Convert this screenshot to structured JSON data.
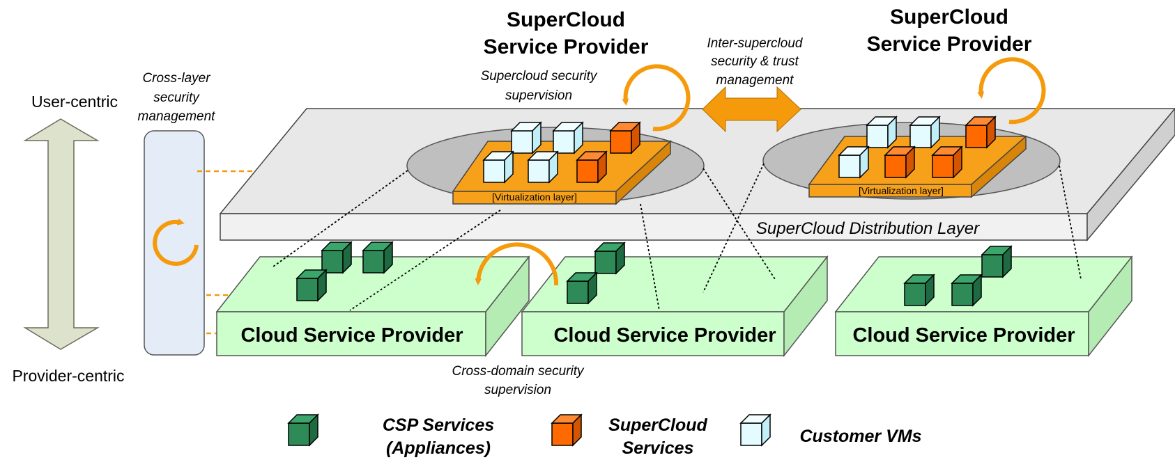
{
  "axis": {
    "top_label": "User-centric",
    "bottom_label": "Provider-centric"
  },
  "cross_layer": {
    "label_lines": [
      "Cross-layer",
      "security",
      "management"
    ]
  },
  "supercloud_providers": [
    {
      "title_lines": [
        "SuperCloud",
        "Service Provider"
      ],
      "virtualization_label": "[Virtualization layer]"
    },
    {
      "title_lines": [
        "SuperCloud",
        "Service Provider"
      ],
      "virtualization_label": "[Virtualization layer]"
    }
  ],
  "annotations": {
    "supercloud_supervision_lines": [
      "Supercloud security",
      "supervision"
    ],
    "inter_supercloud_lines": [
      "Inter-supercloud",
      "security & trust",
      "management"
    ],
    "cross_domain_lines": [
      "Cross-domain security",
      "supervision"
    ]
  },
  "distribution_layer": {
    "label": "SuperCloud Distribution Layer"
  },
  "cloud_providers": [
    {
      "label": "Cloud Service Provider"
    },
    {
      "label": "Cloud Service Provider"
    },
    {
      "label": "Cloud Service Provider"
    }
  ],
  "legend": [
    {
      "label_lines": [
        "CSP Services",
        "(Appliances)"
      ],
      "icon": "green-cube-icon"
    },
    {
      "label_lines": [
        "SuperCloud",
        "Services"
      ],
      "icon": "orange-cube-icon"
    },
    {
      "label_lines": [
        "Customer VMs"
      ],
      "icon": "cyan-cube-icon"
    }
  ],
  "colors": {
    "csp_green": "#2e8b57",
    "supercloud_orange": "#ff6a00",
    "customer_cyan": "#d4f8ff",
    "accent_orange": "#f59a0b",
    "csp_box_green": "#ccffcc",
    "layer_gray": "#e6e6e6",
    "cross_layer_blue": "#e4ecf7"
  }
}
